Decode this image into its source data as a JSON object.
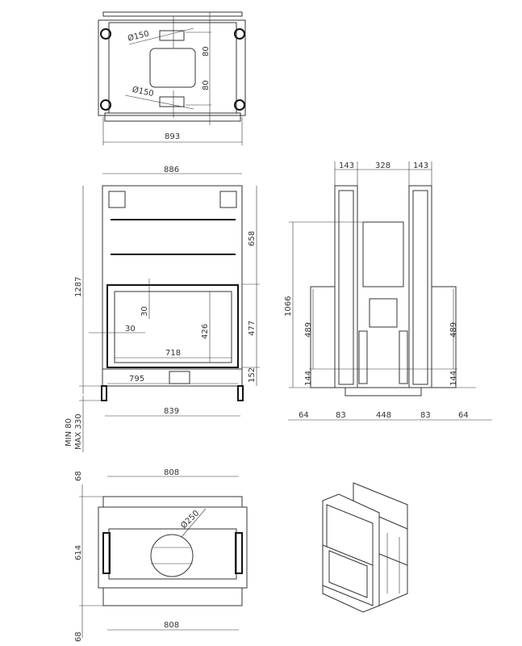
{
  "top_view": {
    "dia_upper": "Ø150",
    "dia_lower": "Ø150",
    "offset_upper": "80",
    "offset_lower": "80",
    "width": "893"
  },
  "front_view": {
    "width_top": "886",
    "height_total": "1287",
    "height_upper": "658",
    "opening_height": "477",
    "base_height": "152",
    "inner_30_v": "30",
    "inner_30_h": "30",
    "glass_height": "426",
    "glass_width": "718",
    "door_width": "795",
    "base_width": "839",
    "leg_min": "MIN 80",
    "leg_max": "MAX 330"
  },
  "side_view": {
    "col_left": "143",
    "center": "328",
    "col_right": "143",
    "height": "1066",
    "panel_left": "489",
    "panel_right": "489",
    "base_left": "144",
    "base_right": "144",
    "b_64_left": "64",
    "b_83_left": "83",
    "b_448": "448",
    "b_83_right": "83",
    "b_64_right": "64"
  },
  "bottom_view": {
    "width_top": "808",
    "width_bottom": "808",
    "depth_top": "68",
    "depth": "614",
    "depth_bottom": "68",
    "dia": "Ø250"
  }
}
